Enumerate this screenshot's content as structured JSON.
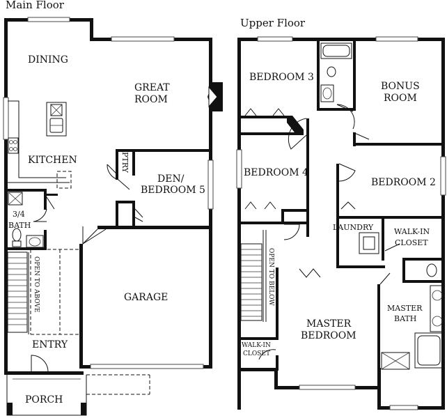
{
  "floors": {
    "main": "Main Floor",
    "upper": "Upper Floor"
  },
  "rooms": {
    "dining": "DINING",
    "great_room": [
      "GREAT",
      "ROOM"
    ],
    "kitchen": "KITCHEN",
    "pantry": "PTRY",
    "den": [
      "DEN/",
      "BEDROOM 5"
    ],
    "bath34": [
      "3/4",
      "BATH"
    ],
    "open_above": "OPEN TO ABOVE",
    "garage": "GARAGE",
    "entry": "ENTRY",
    "porch": "PORCH",
    "bedroom3": "BEDROOM 3",
    "bonus": [
      "BONUS",
      "ROOM"
    ],
    "bedroom4": "BEDROOM 4",
    "bedroom2": "BEDROOM 2",
    "laundry": "LAUNDRY",
    "walkin1": [
      "WALK-IN",
      "CLOSET"
    ],
    "open_below": "OPEN TO BELOW",
    "master_bath": [
      "MASTER",
      "BATH"
    ],
    "master_bed": [
      "MASTER",
      "BEDROOM"
    ],
    "walkin2": [
      "WALK-IN",
      "CLOSET"
    ]
  }
}
